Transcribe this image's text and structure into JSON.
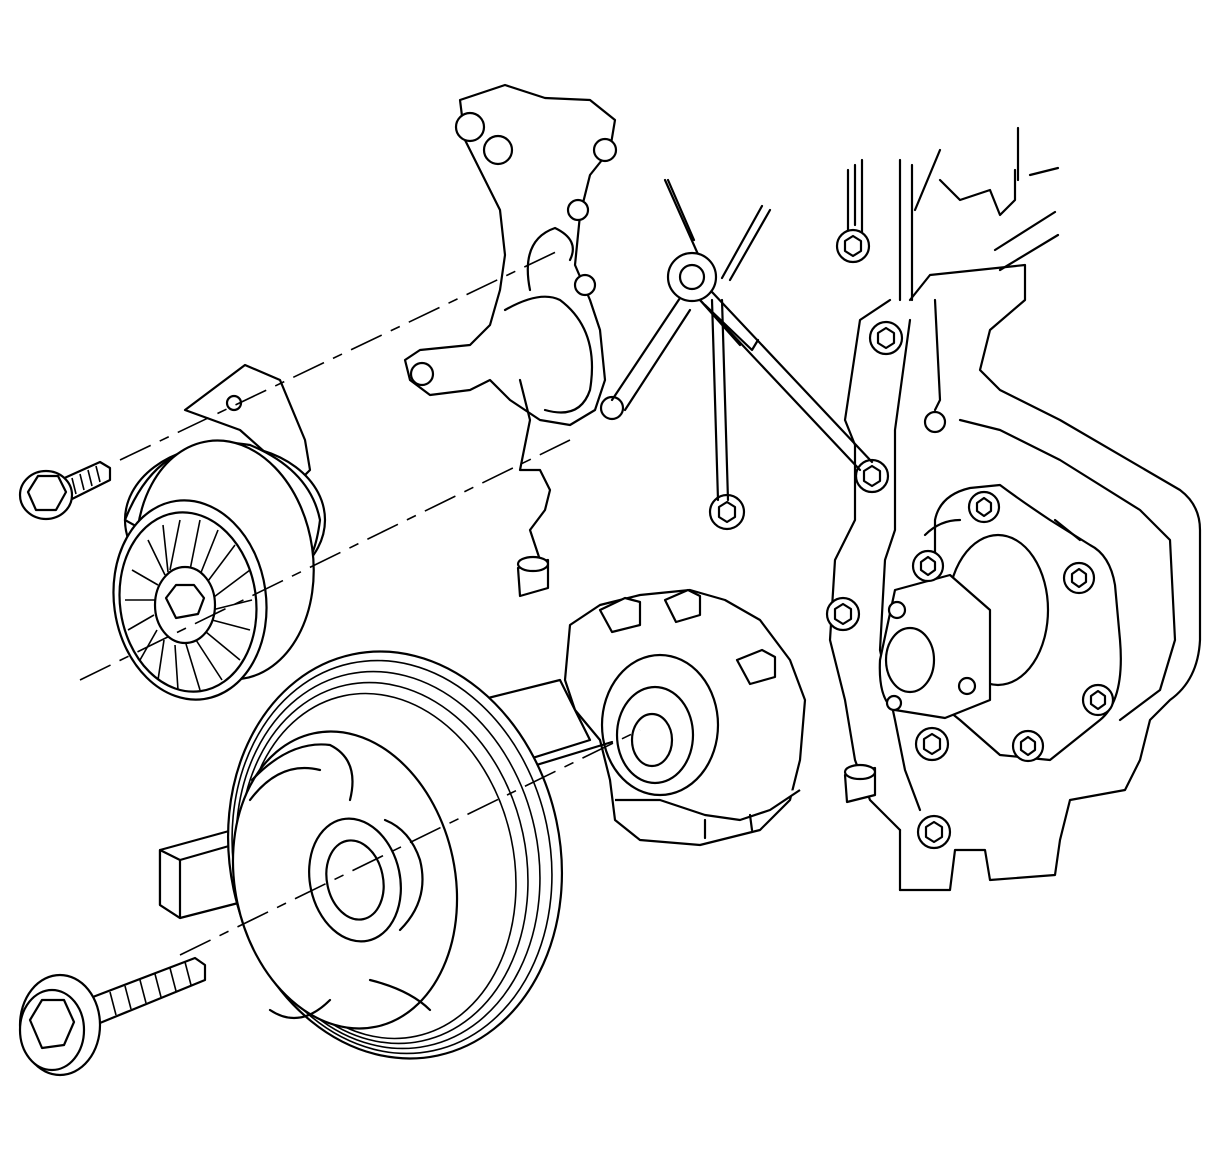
{
  "diagram": {
    "type": "exploded-view line drawing",
    "labels": [],
    "line_color": "#000000",
    "background": "#ffffff",
    "parts": [
      {
        "name": "engine-front-cover"
      },
      {
        "name": "accessory-bracket"
      },
      {
        "name": "water-pump"
      },
      {
        "name": "oil-pump"
      },
      {
        "name": "belt-tensioner"
      },
      {
        "name": "tensioner-bolt"
      },
      {
        "name": "crankshaft-balancer"
      },
      {
        "name": "balancer-bolt"
      },
      {
        "name": "holding-tool"
      }
    ]
  }
}
